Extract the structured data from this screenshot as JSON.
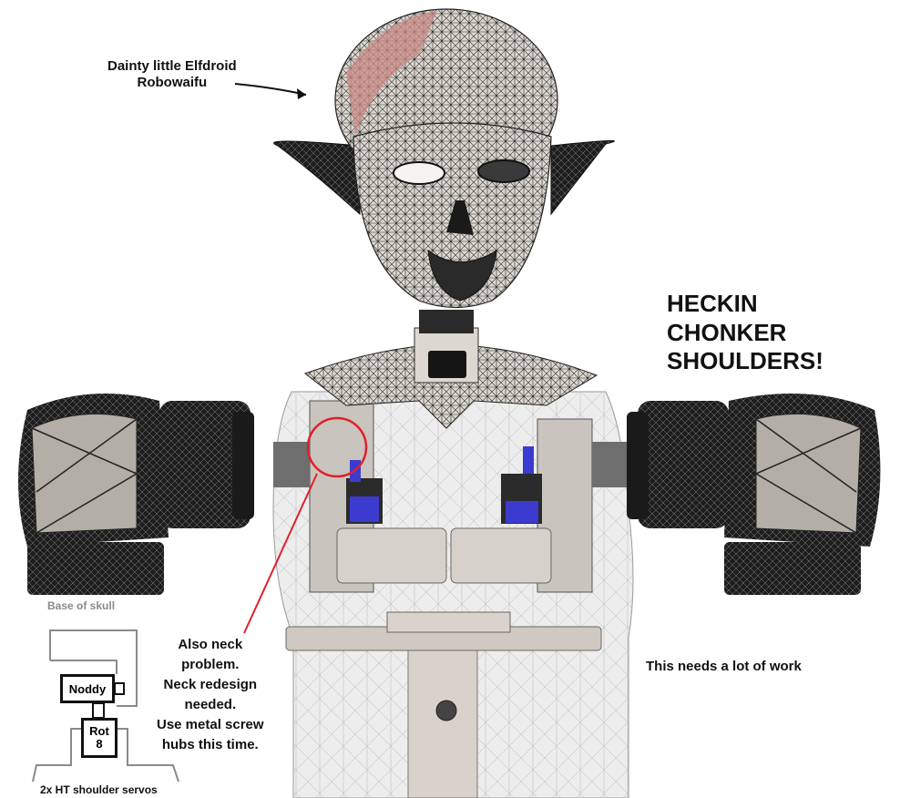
{
  "annotations": {
    "head_label_line1": "Dainty little Elfdroid",
    "head_label_line2": "Robowaifu",
    "shoulders_line1": "HECKIN",
    "shoulders_line2": "CHONKER",
    "shoulders_line3": "SHOULDERS!",
    "work_note": "This needs a lot of work",
    "neck_line1": "Also neck",
    "neck_line2": "problem.",
    "neck_line3": "Neck redesign",
    "neck_line4": "needed.",
    "neck_line5": "Use metal screw",
    "neck_line6": "hubs this time."
  },
  "schematic": {
    "base_label": "Base of skull",
    "noddy_label": "Noddy",
    "rot_line1": "Rot",
    "rot_line2": "8",
    "servos_label": "2x HT shoulder servos"
  },
  "colors": {
    "highlight_circle": "#e0202a",
    "mesh_dark": "#2a2a2a",
    "mesh_light": "#cfcac3",
    "servo_blue": "#3b3bd0",
    "scalp_pink": "#c98a86"
  }
}
